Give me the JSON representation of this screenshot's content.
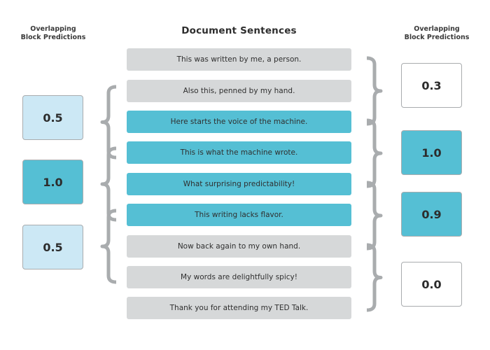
{
  "headers": {
    "left": [
      "Overlapping",
      "Block Predictions"
    ],
    "center": "Document Sentences",
    "right": [
      "Overlapping",
      "Block Predictions"
    ]
  },
  "colors": {
    "human_sentence": "#d6d8d9",
    "machine_sentence": "#55bfd4",
    "prediction_low": "#ffffff",
    "prediction_mid": "#cce8f5",
    "prediction_high": "#55bfd4",
    "brace": "#a9acae"
  },
  "sentences": [
    {
      "text": "This was written by me, a person.",
      "source": "human"
    },
    {
      "text": "Also this, penned by my hand.",
      "source": "human"
    },
    {
      "text": "Here starts the voice of the machine.",
      "source": "machine"
    },
    {
      "text": "This is what the machine wrote.",
      "source": "machine"
    },
    {
      "text": "What surprising predictability!",
      "source": "machine"
    },
    {
      "text": "This writing lacks flavor.",
      "source": "machine"
    },
    {
      "text": "Now back again to my own hand.",
      "source": "human"
    },
    {
      "text": "My words are delightfully spicy!",
      "source": "human"
    },
    {
      "text": "Thank you for attending my TED Talk.",
      "source": "human"
    }
  ],
  "left_predictions": [
    {
      "value": "0.5",
      "level": "mid",
      "covers_sentences": [
        2,
        3,
        4
      ]
    },
    {
      "value": "1.0",
      "level": "high",
      "covers_sentences": [
        4,
        5,
        6
      ]
    },
    {
      "value": "0.5",
      "level": "mid",
      "covers_sentences": [
        6,
        7,
        8
      ]
    }
  ],
  "right_predictions": [
    {
      "value": "0.3",
      "level": "low",
      "covers_sentences": [
        1,
        2,
        3
      ]
    },
    {
      "value": "1.0",
      "level": "high",
      "covers_sentences": [
        3,
        4,
        5
      ]
    },
    {
      "value": "0.9",
      "level": "high",
      "covers_sentences": [
        5,
        6,
        7
      ]
    },
    {
      "value": "0.0",
      "level": "low",
      "covers_sentences": [
        7,
        8,
        9
      ]
    }
  ]
}
